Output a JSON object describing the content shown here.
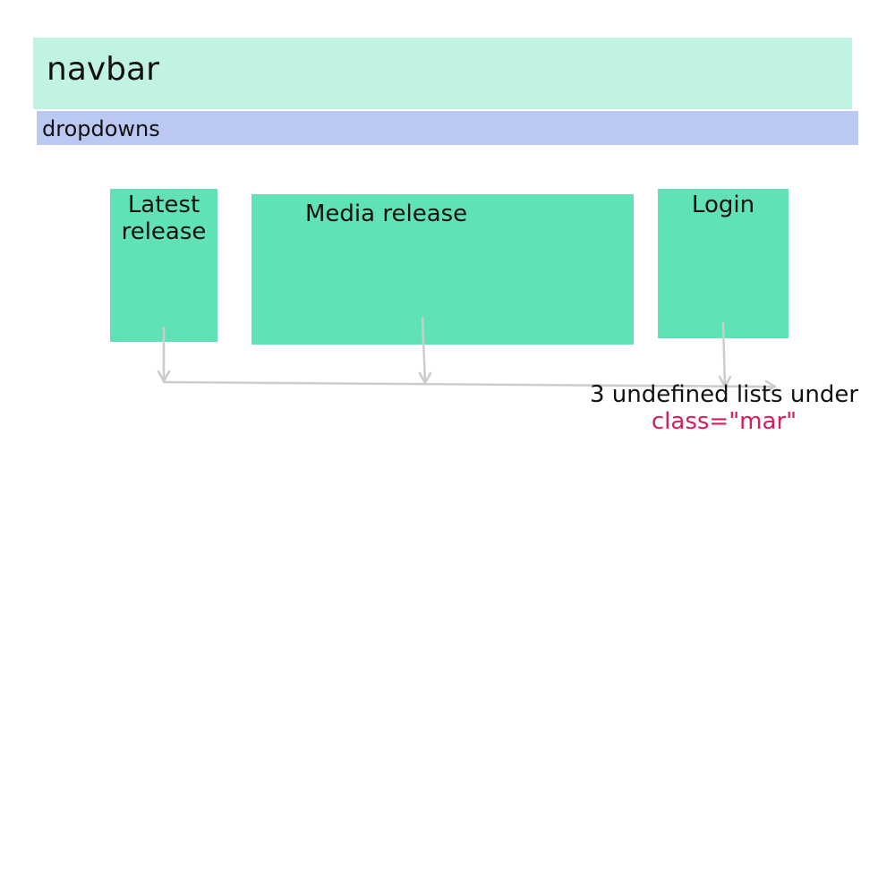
{
  "navbar": {
    "label": "navbar",
    "color": "#c1f3e2"
  },
  "dropdowns": {
    "label": "dropdowns",
    "color": "#bac8f2"
  },
  "boxes": [
    {
      "label_line1": "Latest",
      "label_line2": "release"
    },
    {
      "label": "Media release"
    },
    {
      "label": "Login"
    }
  ],
  "box_color": "#61e2b5",
  "note": {
    "line1": "3 undefined lists under",
    "line2": "class=\"mar\"",
    "line2_color": "#d81b60"
  },
  "arrow_color": "#cccccc"
}
